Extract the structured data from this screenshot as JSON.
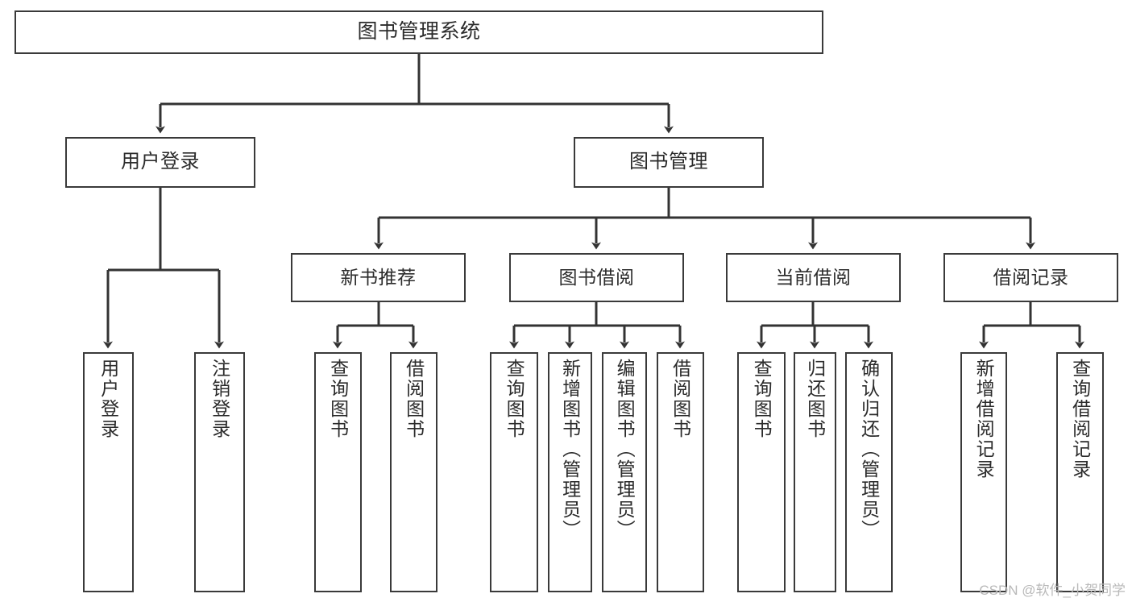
{
  "diagram": {
    "title": "图书管理系统",
    "type": "tree-hierarchy",
    "levels": 4,
    "root": {
      "id": "root",
      "label": "图书管理系统"
    },
    "level2": [
      {
        "id": "user-login",
        "label": "用户登录"
      },
      {
        "id": "book-manage",
        "label": "图书管理"
      }
    ],
    "level3": [
      {
        "id": "new-book-recommend",
        "label": "新书推荐",
        "parent": "book-manage"
      },
      {
        "id": "book-borrow",
        "label": "图书借阅",
        "parent": "book-manage"
      },
      {
        "id": "current-borrow",
        "label": "当前借阅",
        "parent": "book-manage"
      },
      {
        "id": "borrow-record",
        "label": "借阅记录",
        "parent": "book-manage"
      }
    ],
    "leaves": [
      {
        "id": "leaf-user-login",
        "label": "用户登录",
        "parent": "user-login"
      },
      {
        "id": "leaf-logout",
        "label": "注销登录",
        "parent": "user-login"
      },
      {
        "id": "leaf-query-book-1",
        "label": "查询图书",
        "parent": "new-book-recommend"
      },
      {
        "id": "leaf-borrow-book-1",
        "label": "借阅图书",
        "parent": "new-book-recommend"
      },
      {
        "id": "leaf-query-book-2",
        "label": "查询图书",
        "parent": "book-borrow"
      },
      {
        "id": "leaf-add-book",
        "label": "新增图书（管理员）",
        "parent": "book-borrow"
      },
      {
        "id": "leaf-edit-book",
        "label": "编辑图书（管理员）",
        "parent": "book-borrow"
      },
      {
        "id": "leaf-borrow-book-2",
        "label": "借阅图书",
        "parent": "book-borrow"
      },
      {
        "id": "leaf-query-book-3",
        "label": "查询图书",
        "parent": "current-borrow"
      },
      {
        "id": "leaf-return-book",
        "label": "归还图书",
        "parent": "current-borrow"
      },
      {
        "id": "leaf-confirm-return",
        "label": "确认归还（管理员）",
        "parent": "current-borrow"
      },
      {
        "id": "leaf-add-record",
        "label": "新增借阅记录",
        "parent": "borrow-record"
      },
      {
        "id": "leaf-query-record",
        "label": "查询借阅记录",
        "parent": "borrow-record"
      }
    ],
    "watermark": "CSDN @软件_小贺同学",
    "colors": {
      "border": "#3a3a3a",
      "text": "#2b2b2b",
      "background": "#ffffff",
      "edge": "#333333",
      "watermark": "#b9b9b9"
    }
  }
}
